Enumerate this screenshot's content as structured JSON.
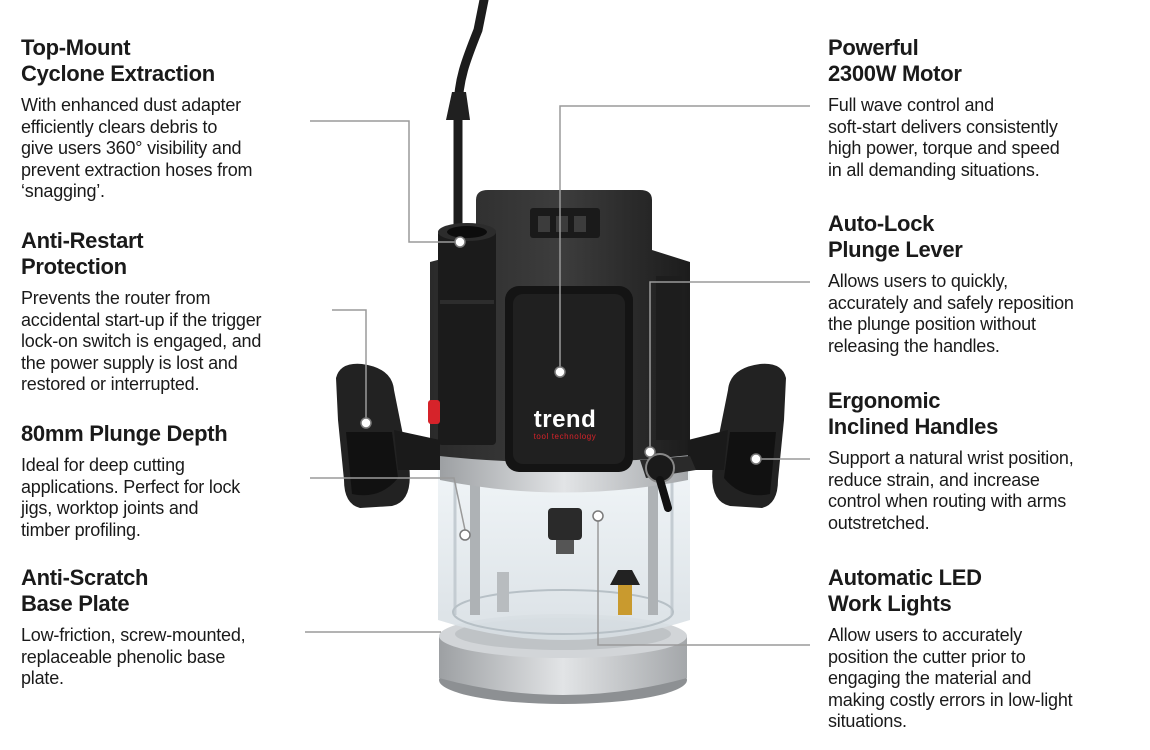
{
  "brand": {
    "logo": "trend",
    "tagline": "tool technology"
  },
  "features_left": [
    {
      "title_line1": "Top-Mount",
      "title_line2": "Cyclone Extraction",
      "body": [
        "With enhanced dust adapter",
        "efficiently clears debris to",
        "give users 360° visibility and",
        "prevent extraction hoses from",
        "‘snagging’."
      ]
    },
    {
      "title_line1": "Anti-Restart",
      "title_line2": "Protection",
      "body": [
        "Prevents the router from",
        "accidental start-up if the trigger",
        "lock-on switch is engaged, and",
        "the power supply is lost and",
        "restored or interrupted."
      ]
    },
    {
      "title_line1": "80mm Plunge Depth",
      "title_line2": "",
      "body": [
        "Ideal for deep cutting",
        "applications. Perfect for lock",
        "jigs, worktop joints and",
        "timber profiling."
      ]
    },
    {
      "title_line1": "Anti-Scratch",
      "title_line2": "Base Plate",
      "body": [
        "Low-friction, screw-mounted,",
        "replaceable phenolic base",
        "plate."
      ]
    }
  ],
  "features_right": [
    {
      "title_line1": "Powerful",
      "title_line2": "2300W Motor",
      "body": [
        "Full wave control and",
        "soft-start delivers consistently",
        "high power, torque and speed",
        "in all demanding situations."
      ]
    },
    {
      "title_line1": "Auto-Lock",
      "title_line2": "Plunge Lever",
      "body": [
        "Allows users to quickly,",
        "accurately and safely reposition",
        "the plunge position without",
        "releasing the handles."
      ]
    },
    {
      "title_line1": "Ergonomic",
      "title_line2": "Inclined Handles",
      "body": [
        "Support a natural wrist position,",
        "reduce strain, and increase",
        "control when routing with arms",
        "outstretched."
      ]
    },
    {
      "title_line1": "Automatic LED",
      "title_line2": "Work Lights",
      "body": [
        "Allow users to accurately",
        "position the cutter prior to",
        "engaging the material and",
        "making costly errors in low-light",
        "situations."
      ]
    }
  ],
  "colors": {
    "leader": "#9a9a9a",
    "body_dark": "#1e1e1e",
    "brand_red": "#d6232a",
    "base_silver": "#c9cbcd"
  }
}
